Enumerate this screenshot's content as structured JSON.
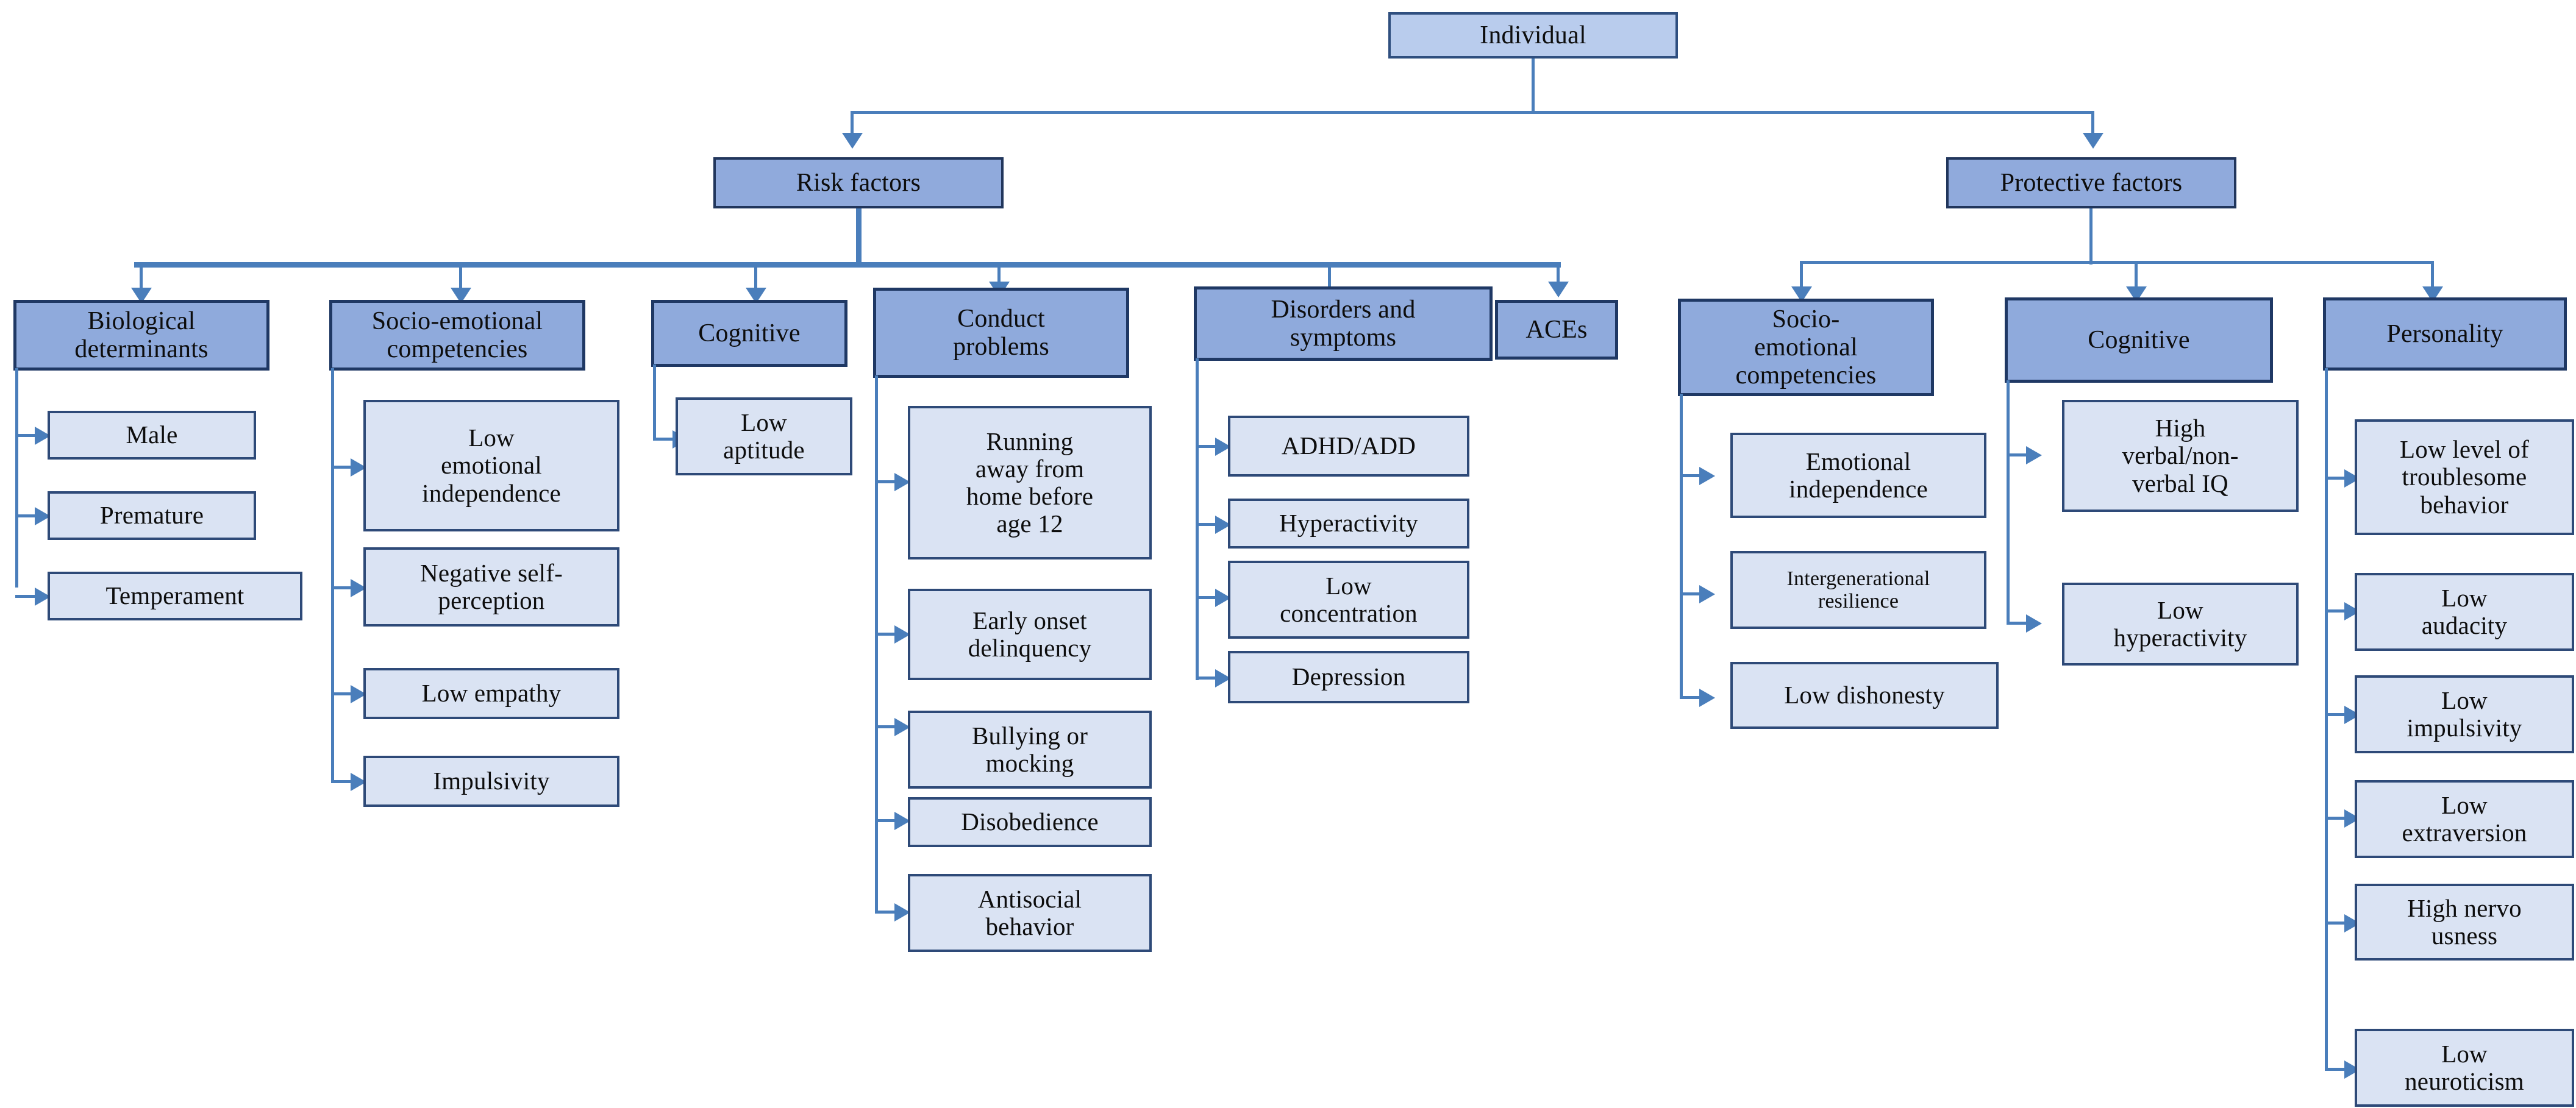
{
  "diagram": {
    "title": "Individual",
    "root": {
      "label": "Individual"
    },
    "branches": [
      {
        "id": "risk",
        "label": "Risk factors"
      },
      {
        "id": "protective",
        "label": "Protective factors"
      }
    ],
    "risk_categories": [
      {
        "label": "Biological\ndeterminants",
        "items": [
          "Male",
          "Premature",
          "Temperament"
        ]
      },
      {
        "label": "Socio-emotional\ncompetencies",
        "items": [
          "Low\nemotional\nindependence",
          "Negative self-\nperception",
          "Low empathy",
          "Impulsivity"
        ]
      },
      {
        "label": "Cognitive",
        "items": [
          "Low\naptitude"
        ]
      },
      {
        "label": "Conduct\nproblems",
        "items": [
          "Running\naway from\nhome before\nage 12",
          "Early onset\ndelinquency",
          "Bullying or\nmocking",
          "Disobedience",
          "Antisocial\nbehavior"
        ]
      },
      {
        "label": "Disorders and\nsymptoms",
        "items": [
          "ADHD/ADD",
          "Hyperactivity",
          "Low\nconcentration",
          "Depression"
        ]
      },
      {
        "label": "ACEs",
        "items": []
      }
    ],
    "protective_categories": [
      {
        "label": "Socio-\nemotional\ncompetencies",
        "items": [
          "Emotional\nindependence",
          "Intergenerational\nresilience",
          "Low dishonesty"
        ]
      },
      {
        "label": "Cognitive",
        "items": [
          "High\nverbal/non-\nverbal IQ",
          "Low\nhyperactivity"
        ]
      },
      {
        "label": "Personality",
        "items": [
          "Low level of\ntroublesome\nbehavior",
          "Low\naudacity",
          "Low\nimpulsivity",
          "Low\nextraversion",
          "High nervo\nusness",
          "Low\nneuroticism"
        ]
      }
    ],
    "colors": {
      "root_fill": "#b9cced",
      "branch_fill": "#90aadc",
      "category_fill": "#8faadc",
      "leaf_fill": "#dae3f3",
      "connector": "#4a7ebb",
      "border_dark": "#1f3864",
      "text": "#0d0d0d",
      "background": "#ffffff"
    }
  }
}
